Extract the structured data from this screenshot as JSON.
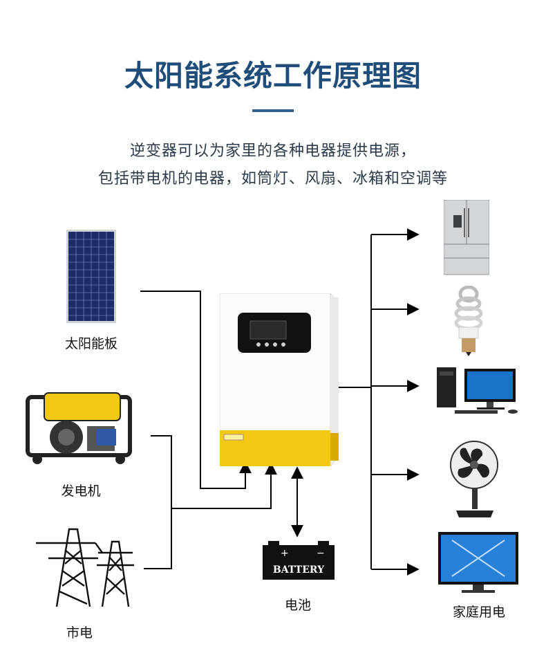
{
  "title": "太阳能系统工作原理图",
  "subtitle_lines": [
    "逆变器可以为家里的各种电器提供电源，",
    "包括带电机的电器，如筒灯、风扇、冰箱和空调等"
  ],
  "sources": {
    "solar_panel": "太阳能板",
    "generator": "发电机",
    "grid": "市电"
  },
  "battery": {
    "label": "电池",
    "text": "BATTERY"
  },
  "loads": {
    "label": "家庭用电"
  },
  "colors": {
    "title": "#1f4d7a",
    "accent_yellow": "#f2c813",
    "panel_blue": "#1d2d6b",
    "arrow": "#000000"
  }
}
